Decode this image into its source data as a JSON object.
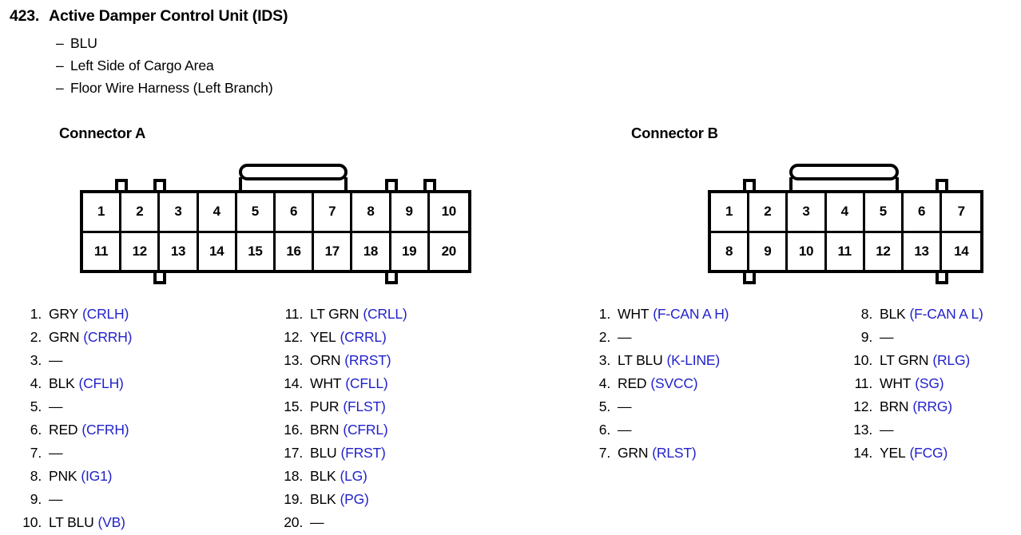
{
  "header": {
    "number": "423.",
    "title": "Active Damper Control Unit (IDS)",
    "sub_lines": [
      "BLU",
      "Left Side of Cargo Area",
      "Floor Wire Harness (Left Branch)"
    ],
    "dash": "–"
  },
  "colors": {
    "signal": "#2222cc",
    "text": "#000000",
    "background": "#ffffff"
  },
  "connectors": [
    {
      "id": "a",
      "heading": "Connector A",
      "columns": 10,
      "rows": 2,
      "cells_top": [
        "1",
        "2",
        "3",
        "4",
        "5",
        "6",
        "7",
        "8",
        "9",
        "10"
      ],
      "cells_bottom": [
        "11",
        "12",
        "13",
        "14",
        "15",
        "16",
        "17",
        "18",
        "19",
        "20"
      ],
      "tabs_top_after_column": [
        1,
        2,
        8,
        9
      ],
      "tabs_bottom_after_column": [
        2,
        8
      ],
      "latch_span_columns": [
        5,
        7
      ],
      "pins": [
        {
          "num": "1.",
          "wire": "GRY",
          "signal": "(CRLH)"
        },
        {
          "num": "2.",
          "wire": "GRN",
          "signal": "(CRRH)"
        },
        {
          "num": "3.",
          "wire": "—",
          "signal": ""
        },
        {
          "num": "4.",
          "wire": "BLK",
          "signal": "(CFLH)"
        },
        {
          "num": "5.",
          "wire": "—",
          "signal": ""
        },
        {
          "num": "6.",
          "wire": "RED",
          "signal": "(CFRH)"
        },
        {
          "num": "7.",
          "wire": "—",
          "signal": ""
        },
        {
          "num": "8.",
          "wire": "PNK",
          "signal": "(IG1)"
        },
        {
          "num": "9.",
          "wire": "—",
          "signal": ""
        },
        {
          "num": "10.",
          "wire": "LT BLU",
          "signal": "(VB)"
        },
        {
          "num": "11.",
          "wire": "LT GRN",
          "signal": "(CRLL)"
        },
        {
          "num": "12.",
          "wire": "YEL",
          "signal": "(CRRL)"
        },
        {
          "num": "13.",
          "wire": "ORN",
          "signal": "(RRST)"
        },
        {
          "num": "14.",
          "wire": "WHT",
          "signal": "(CFLL)"
        },
        {
          "num": "15.",
          "wire": "PUR",
          "signal": "(FLST)"
        },
        {
          "num": "16.",
          "wire": "BRN",
          "signal": "(CFRL)"
        },
        {
          "num": "17.",
          "wire": "BLU",
          "signal": "(FRST)"
        },
        {
          "num": "18.",
          "wire": "BLK",
          "signal": "(LG)"
        },
        {
          "num": "19.",
          "wire": "BLK",
          "signal": "(PG)"
        },
        {
          "num": "20.",
          "wire": "—",
          "signal": ""
        }
      ]
    },
    {
      "id": "b",
      "heading": "Connector B",
      "columns": 7,
      "rows": 2,
      "cells_top": [
        "1",
        "2",
        "3",
        "4",
        "5",
        "6",
        "7"
      ],
      "cells_bottom": [
        "8",
        "9",
        "10",
        "11",
        "12",
        "13",
        "14"
      ],
      "tabs_top_after_column": [
        1,
        6
      ],
      "tabs_bottom_after_column": [
        1,
        6
      ],
      "latch_span_columns": [
        3,
        5
      ],
      "pins": [
        {
          "num": "1.",
          "wire": "WHT",
          "signal": "(F-CAN A H)"
        },
        {
          "num": "2.",
          "wire": "—",
          "signal": ""
        },
        {
          "num": "3.",
          "wire": "LT BLU",
          "signal": "(K-LINE)"
        },
        {
          "num": "4.",
          "wire": "RED",
          "signal": "(SVCC)"
        },
        {
          "num": "5.",
          "wire": "—",
          "signal": ""
        },
        {
          "num": "6.",
          "wire": "—",
          "signal": ""
        },
        {
          "num": "7.",
          "wire": "GRN",
          "signal": "(RLST)"
        },
        {
          "num": "8.",
          "wire": "BLK",
          "signal": "(F-CAN A L)"
        },
        {
          "num": "9.",
          "wire": "—",
          "signal": ""
        },
        {
          "num": "10.",
          "wire": "LT GRN",
          "signal": "(RLG)"
        },
        {
          "num": "11.",
          "wire": "WHT",
          "signal": "(SG)"
        },
        {
          "num": "12.",
          "wire": "BRN",
          "signal": "(RRG)"
        },
        {
          "num": "13.",
          "wire": "—",
          "signal": ""
        },
        {
          "num": "14.",
          "wire": "YEL",
          "signal": "(FCG)"
        }
      ]
    }
  ]
}
